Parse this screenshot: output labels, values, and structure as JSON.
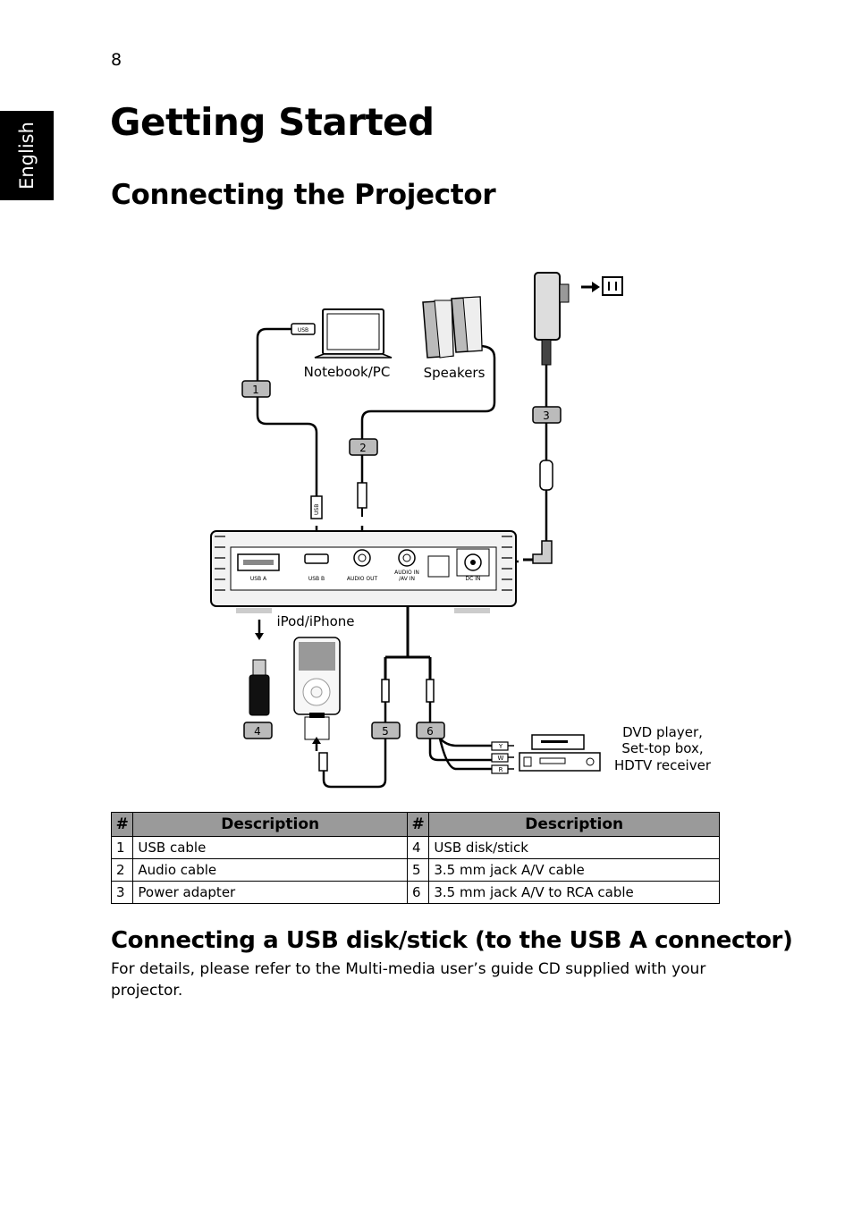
{
  "page": {
    "number": "8",
    "language_tab": "English"
  },
  "headings": {
    "title": "Getting Started",
    "section": "Connecting the Projector",
    "subsection": "Connecting a USB disk/stick (to the USB A connector)"
  },
  "subsection_body": "For details, please refer to the Multi-media user’s guide CD supplied with your projector.",
  "diagram": {
    "labels": {
      "notebook": "Notebook/PC",
      "speakers": "Speakers",
      "ipod": "iPod/iPhone",
      "dvd_line1": "DVD player,",
      "dvd_line2": "Set-top box,",
      "dvd_line3": "HDTV receiver"
    },
    "ports": {
      "usb_a": "USB A",
      "usb_b": "USB B",
      "audio_out": "AUDIO OUT",
      "audio_in_1": "AUDIO IN",
      "audio_in_2": "/AV IN",
      "dc_in": "DC IN"
    },
    "plug_text": {
      "usb": "USB"
    },
    "callouts": [
      "1",
      "2",
      "3",
      "4",
      "5",
      "6"
    ],
    "rca_letters": [
      "Y",
      "W",
      "R"
    ]
  },
  "table": {
    "headers": [
      "#",
      "Description",
      "#",
      "Description"
    ],
    "rows": [
      [
        "1",
        "USB cable",
        "4",
        "USB disk/stick"
      ],
      [
        "2",
        "Audio cable",
        "5",
        "3.5 mm jack A/V cable"
      ],
      [
        "3",
        "Power adapter",
        "6",
        "3.5 mm jack A/V to RCA cable"
      ]
    ]
  }
}
